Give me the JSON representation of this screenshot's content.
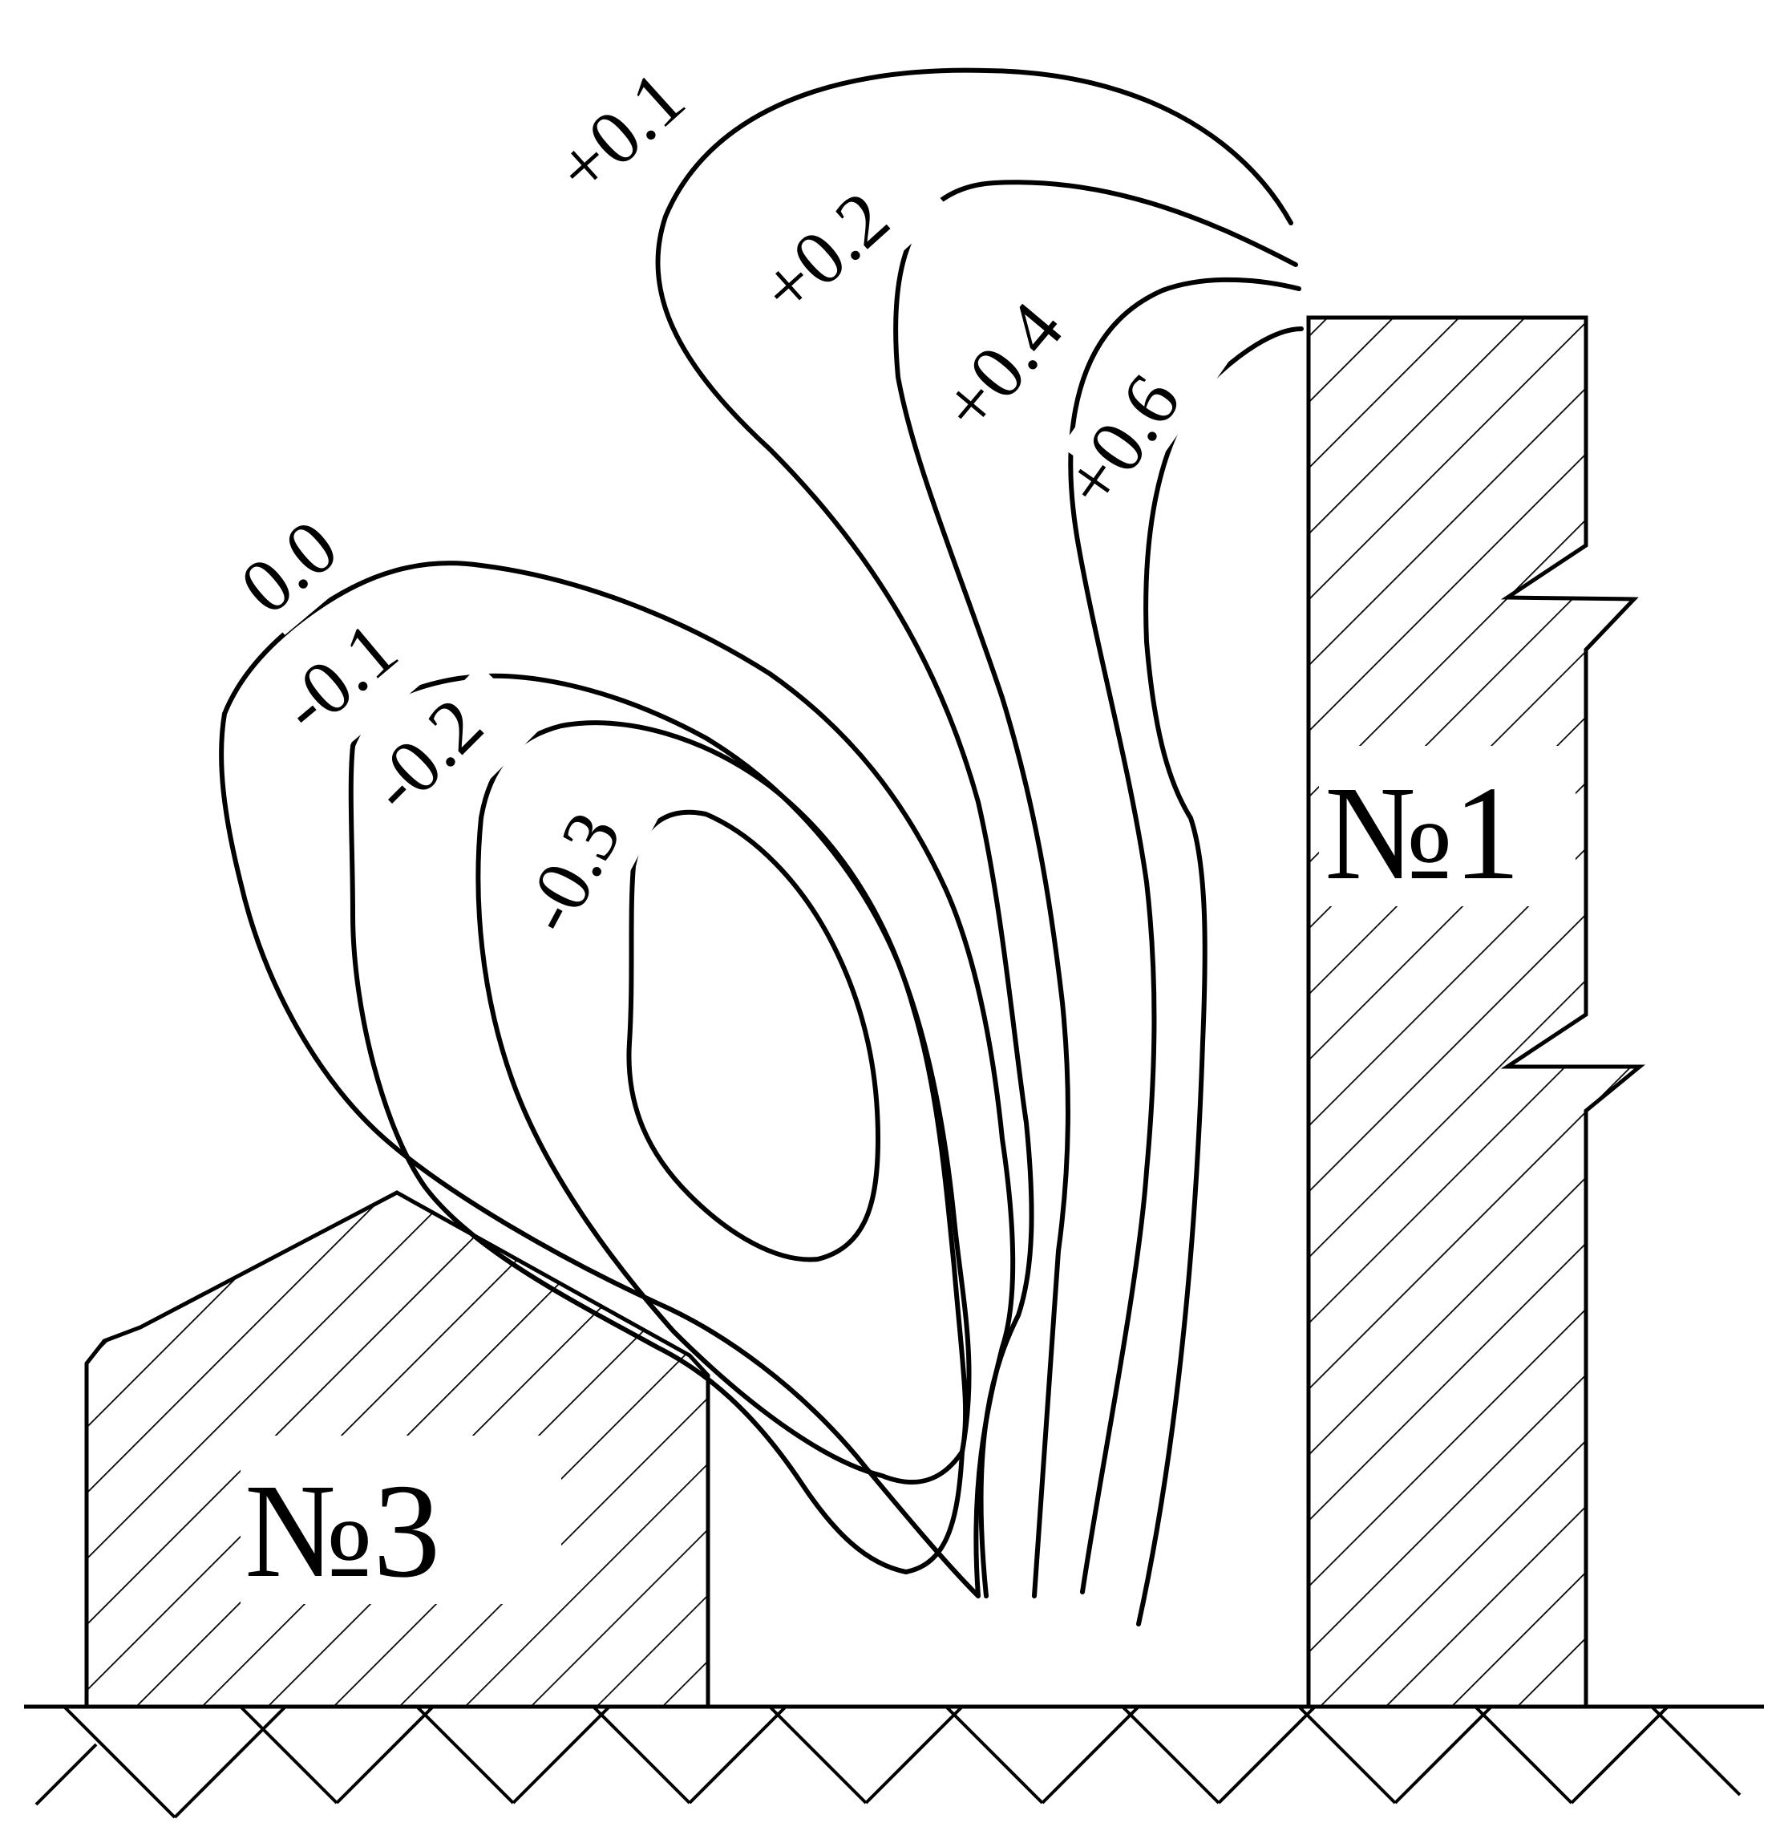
{
  "buildings": [
    {
      "id": "building-1",
      "label": "№1"
    },
    {
      "id": "building-3",
      "label": "№3"
    }
  ],
  "contours": [
    {
      "id": "plus-0-1",
      "label": "+0.1"
    },
    {
      "id": "plus-0-2",
      "label": "+0.2"
    },
    {
      "id": "plus-0-4",
      "label": "+0.4"
    },
    {
      "id": "plus-0-6",
      "label": "+0.6"
    },
    {
      "id": "zero-0-0",
      "label": "0.0"
    },
    {
      "id": "minus-0-1",
      "label": "-0.1"
    },
    {
      "id": "minus-0-2",
      "label": "-0.2"
    },
    {
      "id": "minus-0-3",
      "label": "-0.3"
    }
  ]
}
